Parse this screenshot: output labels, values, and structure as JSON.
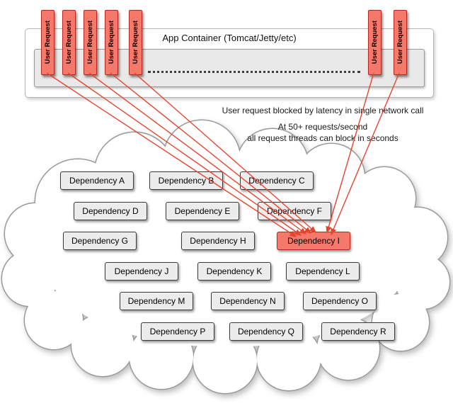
{
  "app_container": {
    "label": "App Container (Tomcat/Jetty/etc)"
  },
  "user_request_label": "User Request",
  "annotations": {
    "blocked": "User request blocked by latency in single network call",
    "rate1": "At 50+ requests/second",
    "rate2": "all request threads can block in seconds"
  },
  "dependencies": [
    {
      "label": "Dependency A",
      "highlighted": false
    },
    {
      "label": "Dependency B",
      "highlighted": false
    },
    {
      "label": "Dependency C",
      "highlighted": false
    },
    {
      "label": "Dependency D",
      "highlighted": false
    },
    {
      "label": "Dependency E",
      "highlighted": false
    },
    {
      "label": "Dependency F",
      "highlighted": false
    },
    {
      "label": "Dependency G",
      "highlighted": false
    },
    {
      "label": "Dependency H",
      "highlighted": false
    },
    {
      "label": "Dependency I",
      "highlighted": true
    },
    {
      "label": "Dependency J",
      "highlighted": false
    },
    {
      "label": "Dependency K",
      "highlighted": false
    },
    {
      "label": "Dependency L",
      "highlighted": false
    },
    {
      "label": "Dependency M",
      "highlighted": false
    },
    {
      "label": "Dependency N",
      "highlighted": false
    },
    {
      "label": "Dependency O",
      "highlighted": false
    },
    {
      "label": "Dependency P",
      "highlighted": false
    },
    {
      "label": "Dependency Q",
      "highlighted": false
    },
    {
      "label": "Dependency R",
      "highlighted": false
    }
  ],
  "colors": {
    "request_fill": "#f4796b",
    "request_border": "#b3281e",
    "arrow": "#e8432d",
    "box_fill": "#ececec",
    "box_border": "#3a3a3a",
    "highlight_fill": "#f4796b",
    "cloud_stroke": "#9a9a9a"
  }
}
